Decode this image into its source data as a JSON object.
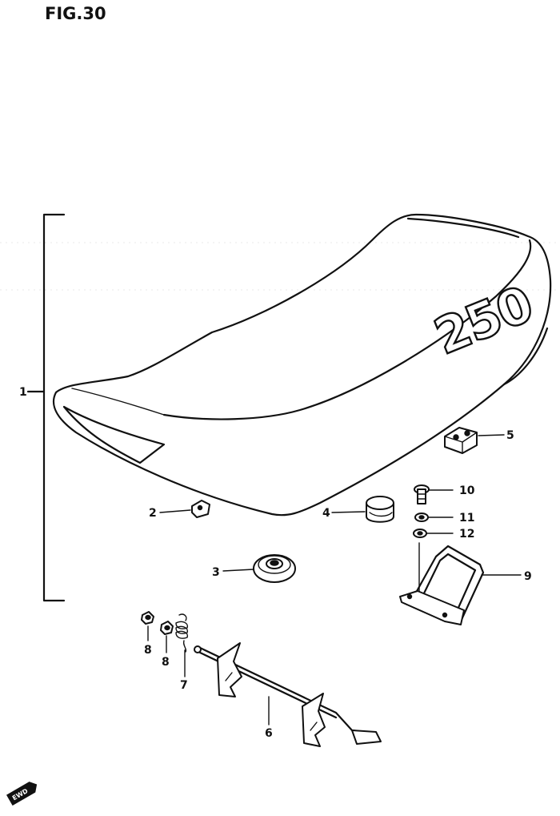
{
  "figure": {
    "title": "FIG.30"
  },
  "seat": {
    "emblem": "250"
  },
  "callouts": [
    {
      "id": "1",
      "label": "1"
    },
    {
      "id": "2",
      "label": "2"
    },
    {
      "id": "3",
      "label": "3"
    },
    {
      "id": "4",
      "label": "4"
    },
    {
      "id": "5",
      "label": "5"
    },
    {
      "id": "6",
      "label": "6"
    },
    {
      "id": "7",
      "label": "7"
    },
    {
      "id": "8a",
      "label": "8"
    },
    {
      "id": "8b",
      "label": "8"
    },
    {
      "id": "9",
      "label": "9"
    },
    {
      "id": "10",
      "label": "10"
    },
    {
      "id": "11",
      "label": "11"
    },
    {
      "id": "12",
      "label": "12"
    }
  ],
  "badge": {
    "text": "EWD"
  }
}
